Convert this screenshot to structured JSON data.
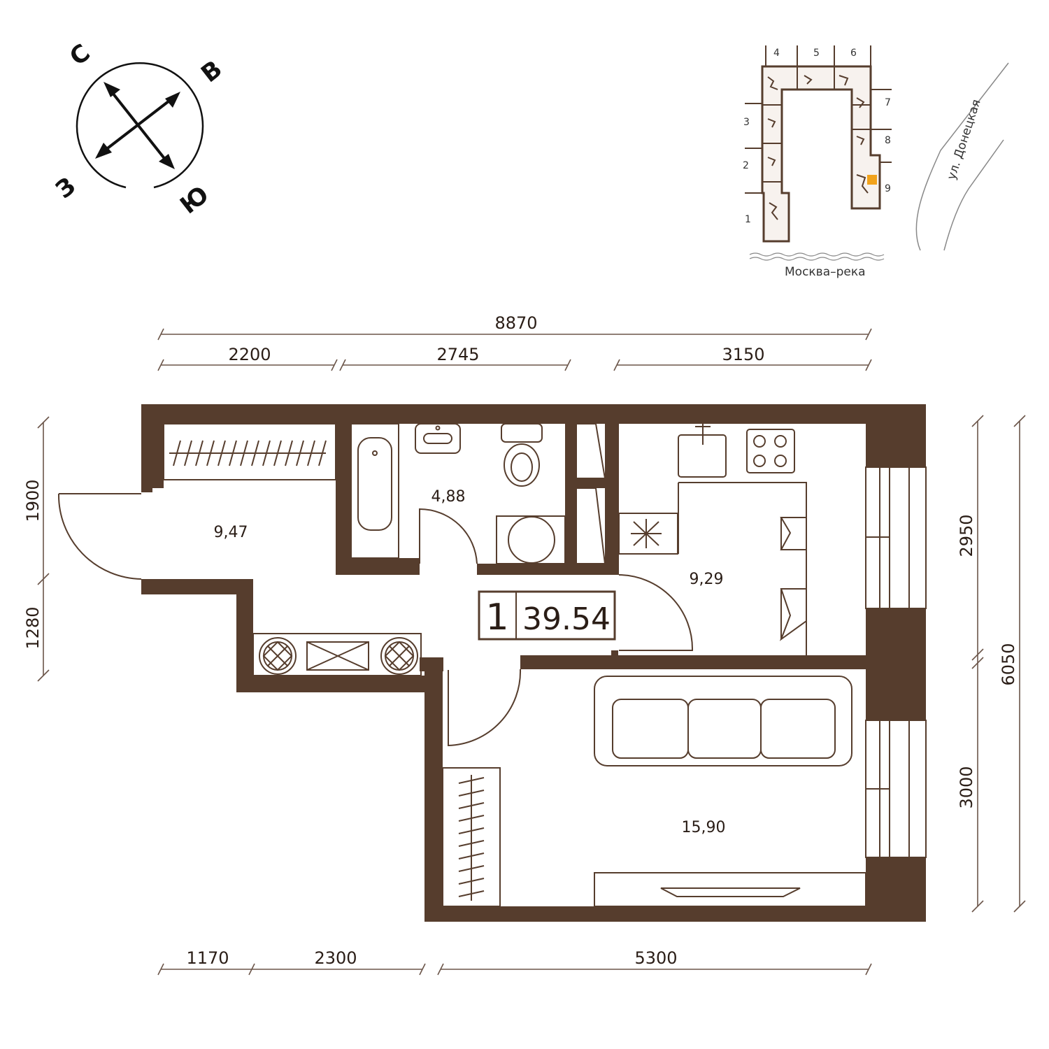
{
  "compass": {
    "north": "С",
    "east": "В",
    "south": "Ю",
    "west": "З"
  },
  "site_map": {
    "sections": [
      "1",
      "2",
      "3",
      "4",
      "5",
      "6",
      "7",
      "8",
      "9"
    ],
    "street": "ул. Донецкая",
    "river": "Москва–река",
    "highlight_color": "#f2a31b"
  },
  "dimensions": {
    "top_total": "8870",
    "top_segments": [
      "2200",
      "2745",
      "3150"
    ],
    "left_segments": [
      "1900",
      "1280"
    ],
    "right_segments": [
      "2950",
      "3000"
    ],
    "right_total": "6050",
    "bottom_segments": [
      "1170",
      "2300",
      "5300"
    ]
  },
  "rooms": {
    "hall": "9,47",
    "bathroom": "4,88",
    "kitchen": "9,29",
    "living": "15,90"
  },
  "badge": {
    "rooms_count": "1",
    "total_area": "39.54"
  },
  "colors": {
    "wall": "#563d2d",
    "line": "#563d2d"
  }
}
